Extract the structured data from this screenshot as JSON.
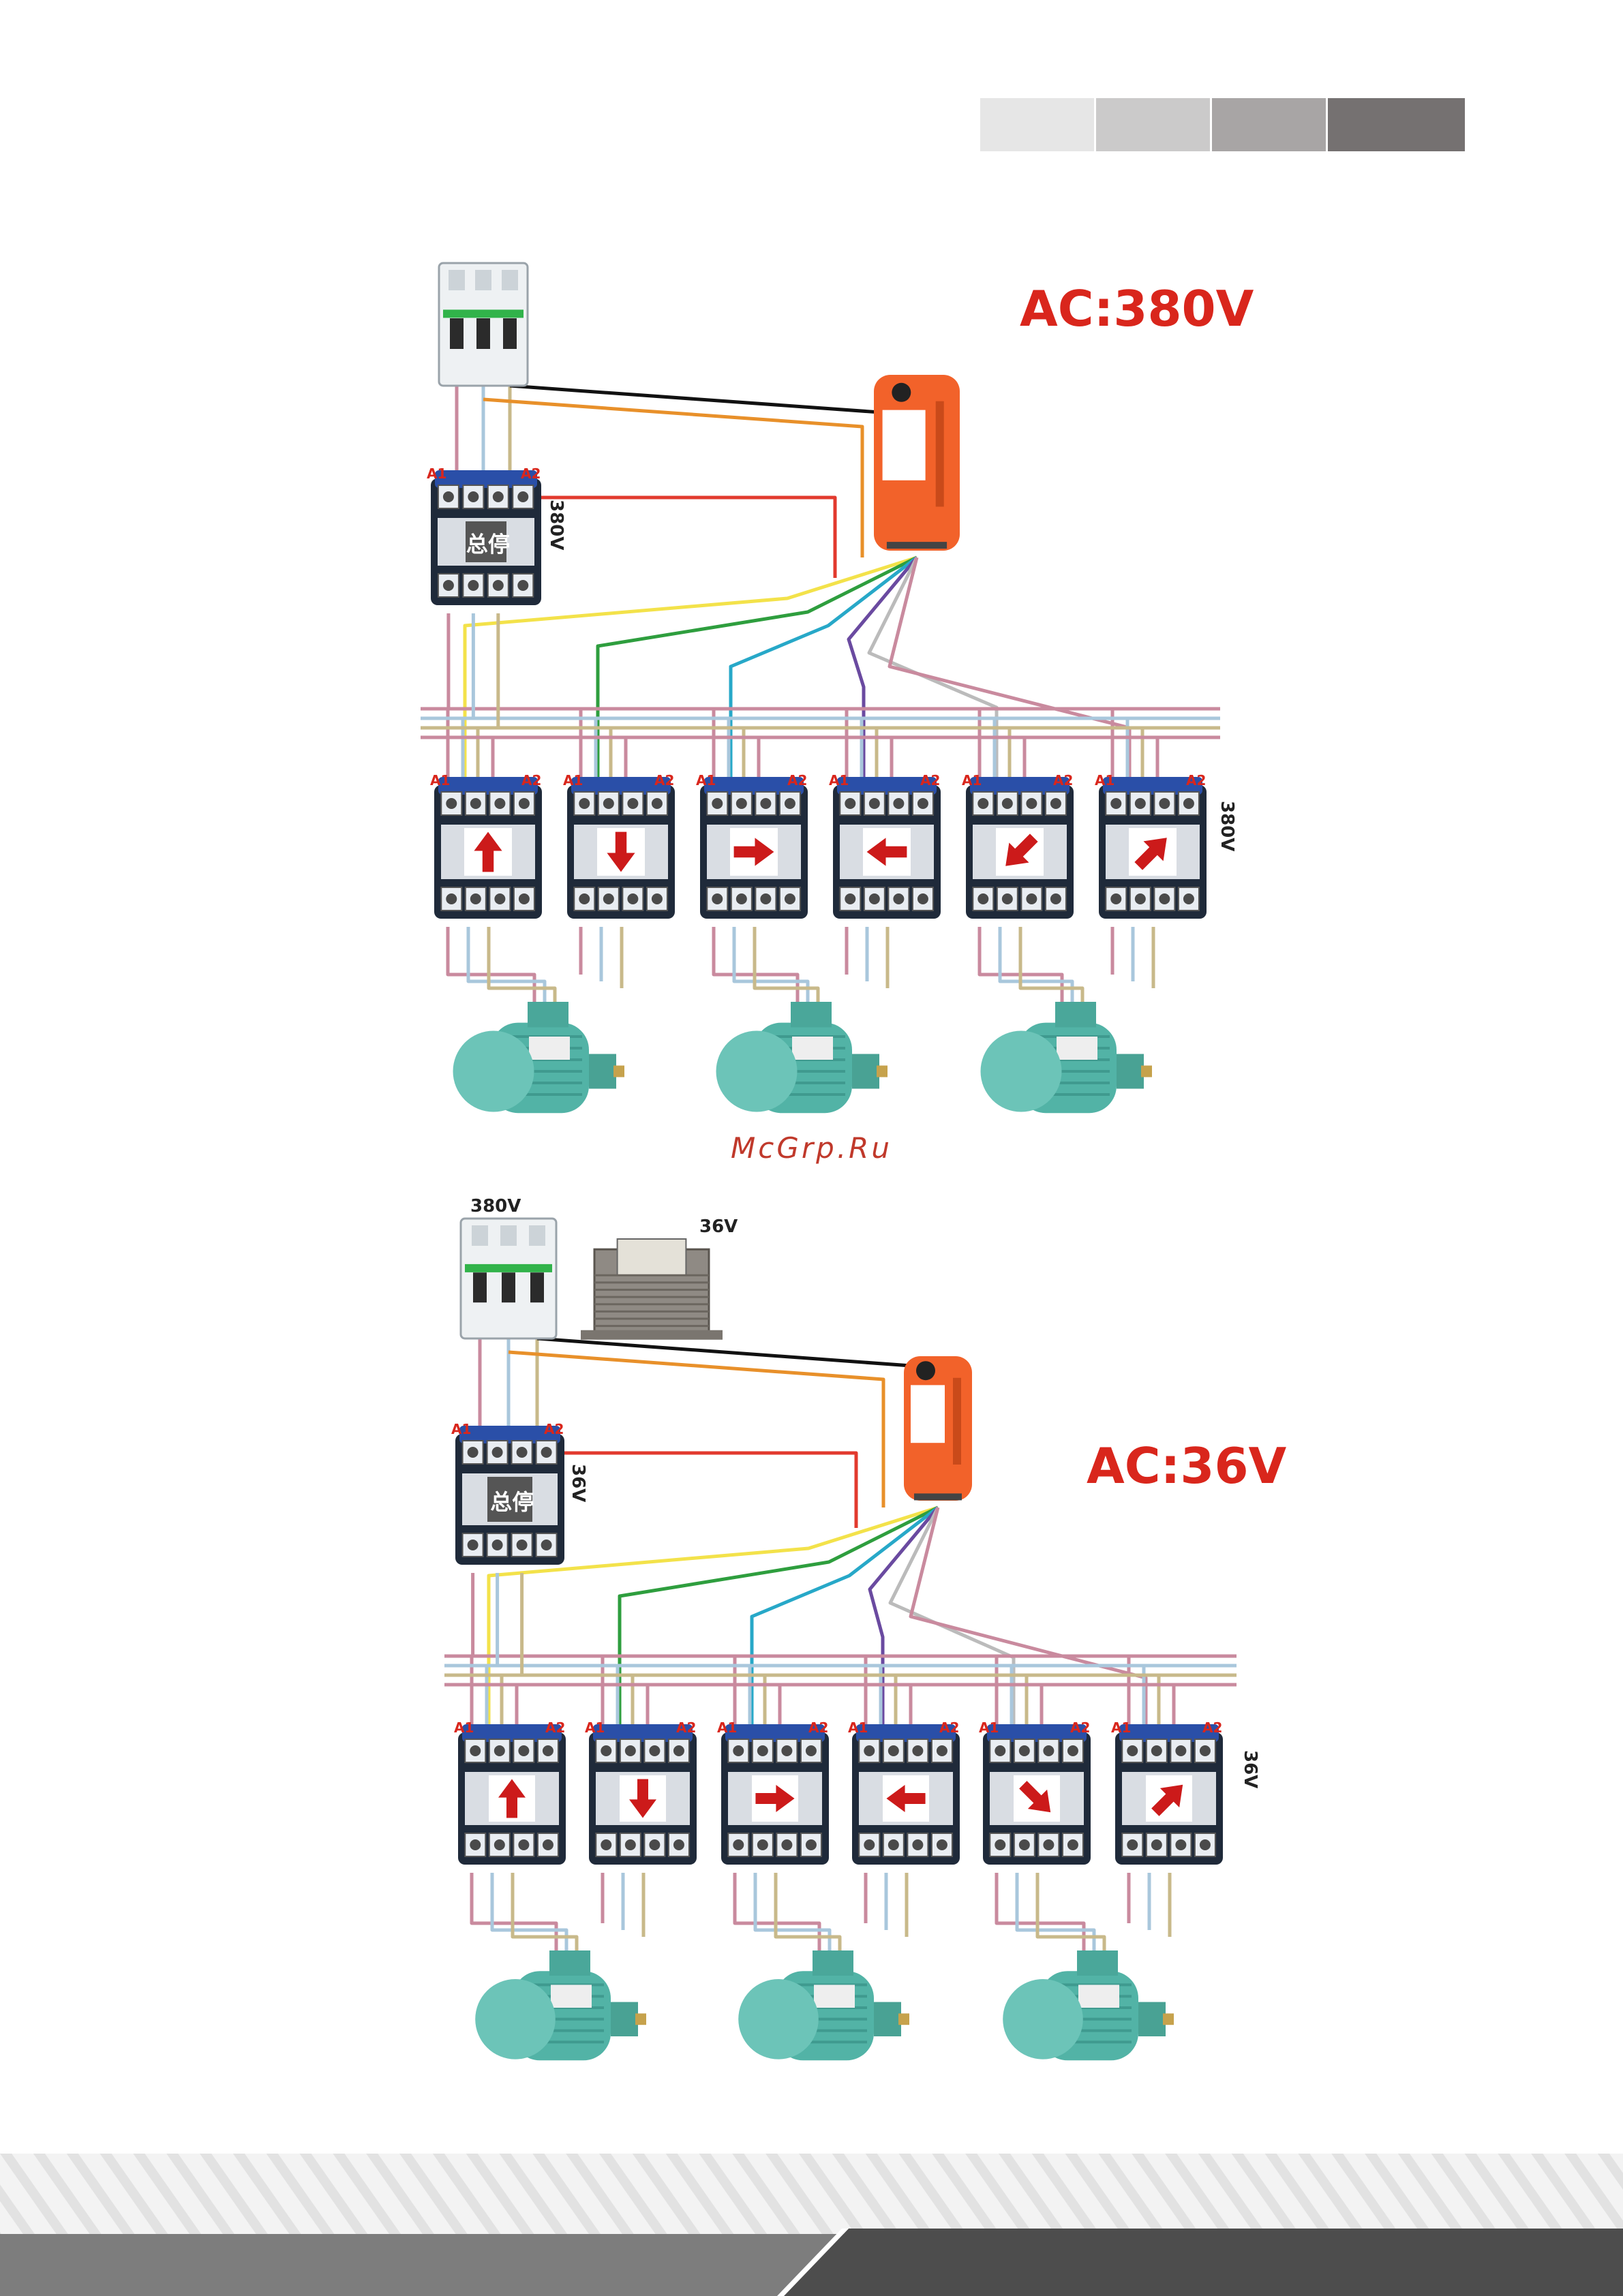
{
  "header": {
    "swatches": [
      "#e6e6e6",
      "#cbcaca",
      "#a8a5a5",
      "#757171"
    ]
  },
  "watermark": "McGrp.Ru",
  "diagram1": {
    "title": "AC:380V",
    "control_voltage_labels": [
      "380V",
      "380V"
    ],
    "master_label": "总停",
    "terminal_labels": [
      "A1",
      "A2"
    ],
    "arrows": [
      "up",
      "down",
      "right",
      "left",
      "down-left",
      "up-right"
    ]
  },
  "diagram2": {
    "title": "AC:36V",
    "supply_label": "380V",
    "transformer_label": "36V",
    "control_voltage_labels": [
      "36V",
      "36V"
    ],
    "master_label": "总停",
    "terminal_labels": [
      "A1",
      "A2"
    ],
    "arrows": [
      "up",
      "down",
      "right",
      "left",
      "down-right",
      "up-right"
    ]
  },
  "colors": {
    "title_red": "#d9261c",
    "contactor_body": "#1f2a3a",
    "contactor_blue": "#2a4fa8",
    "remote_orange": "#f2622a",
    "motor_teal": "#52b3a6",
    "arrow_red": "#cc1a1a",
    "footer_light": "#eeeeee",
    "footer_mid": "#7d7d7d",
    "footer_dark": "#4d4d4d"
  },
  "wire_colors": [
    "#111111",
    "#e8902a",
    "#e23a2e",
    "#f3e24a",
    "#2e9e3e",
    "#27a8c8",
    "#6a4aa0",
    "#bbbbbb",
    "#c98a9e",
    "#a9c7dc",
    "#c8b98a"
  ]
}
